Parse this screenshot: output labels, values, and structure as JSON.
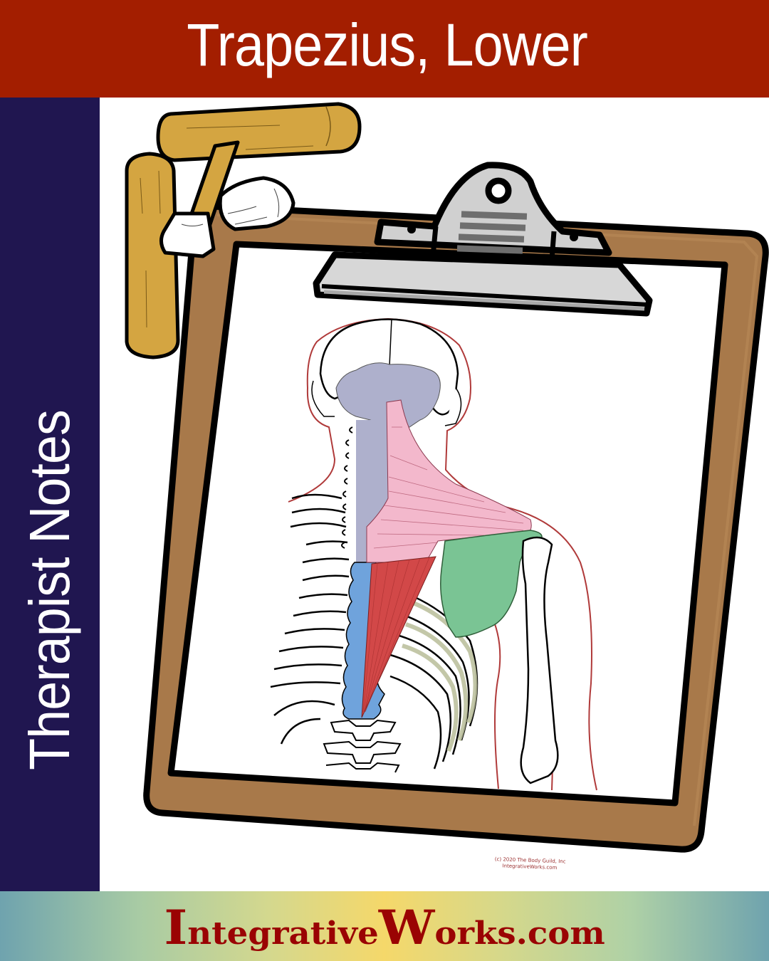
{
  "header": {
    "title": "Trapezius, Lower",
    "background_color": "#A31E00"
  },
  "sidebar": {
    "label": "Therapist Notes",
    "background_color": "#201650"
  },
  "illustration": {
    "subject": "Posterior view of upper back, neck and shoulder highlighting the lower trapezius muscle",
    "highlighted_muscle_color": "#D24848",
    "upper_trapezius_color": "#F3B8CC",
    "scapula_color": "#7AC494",
    "cervical_region_color": "#AEB0CC",
    "thoracic_spine_color": "#6FA3DC",
    "credit_line_1": "(c) 2020 The Body Guild, Inc",
    "credit_line_2": "IntegrativeWorks.com",
    "props": [
      "clipboard-icon",
      "t-bar-massage-tool-icon"
    ]
  },
  "footer": {
    "brand_cap_1": "I",
    "brand_part_1": "ntegrative",
    "brand_cap_2": "W",
    "brand_part_2": "orks.com",
    "brand_color": "#9A0303"
  }
}
